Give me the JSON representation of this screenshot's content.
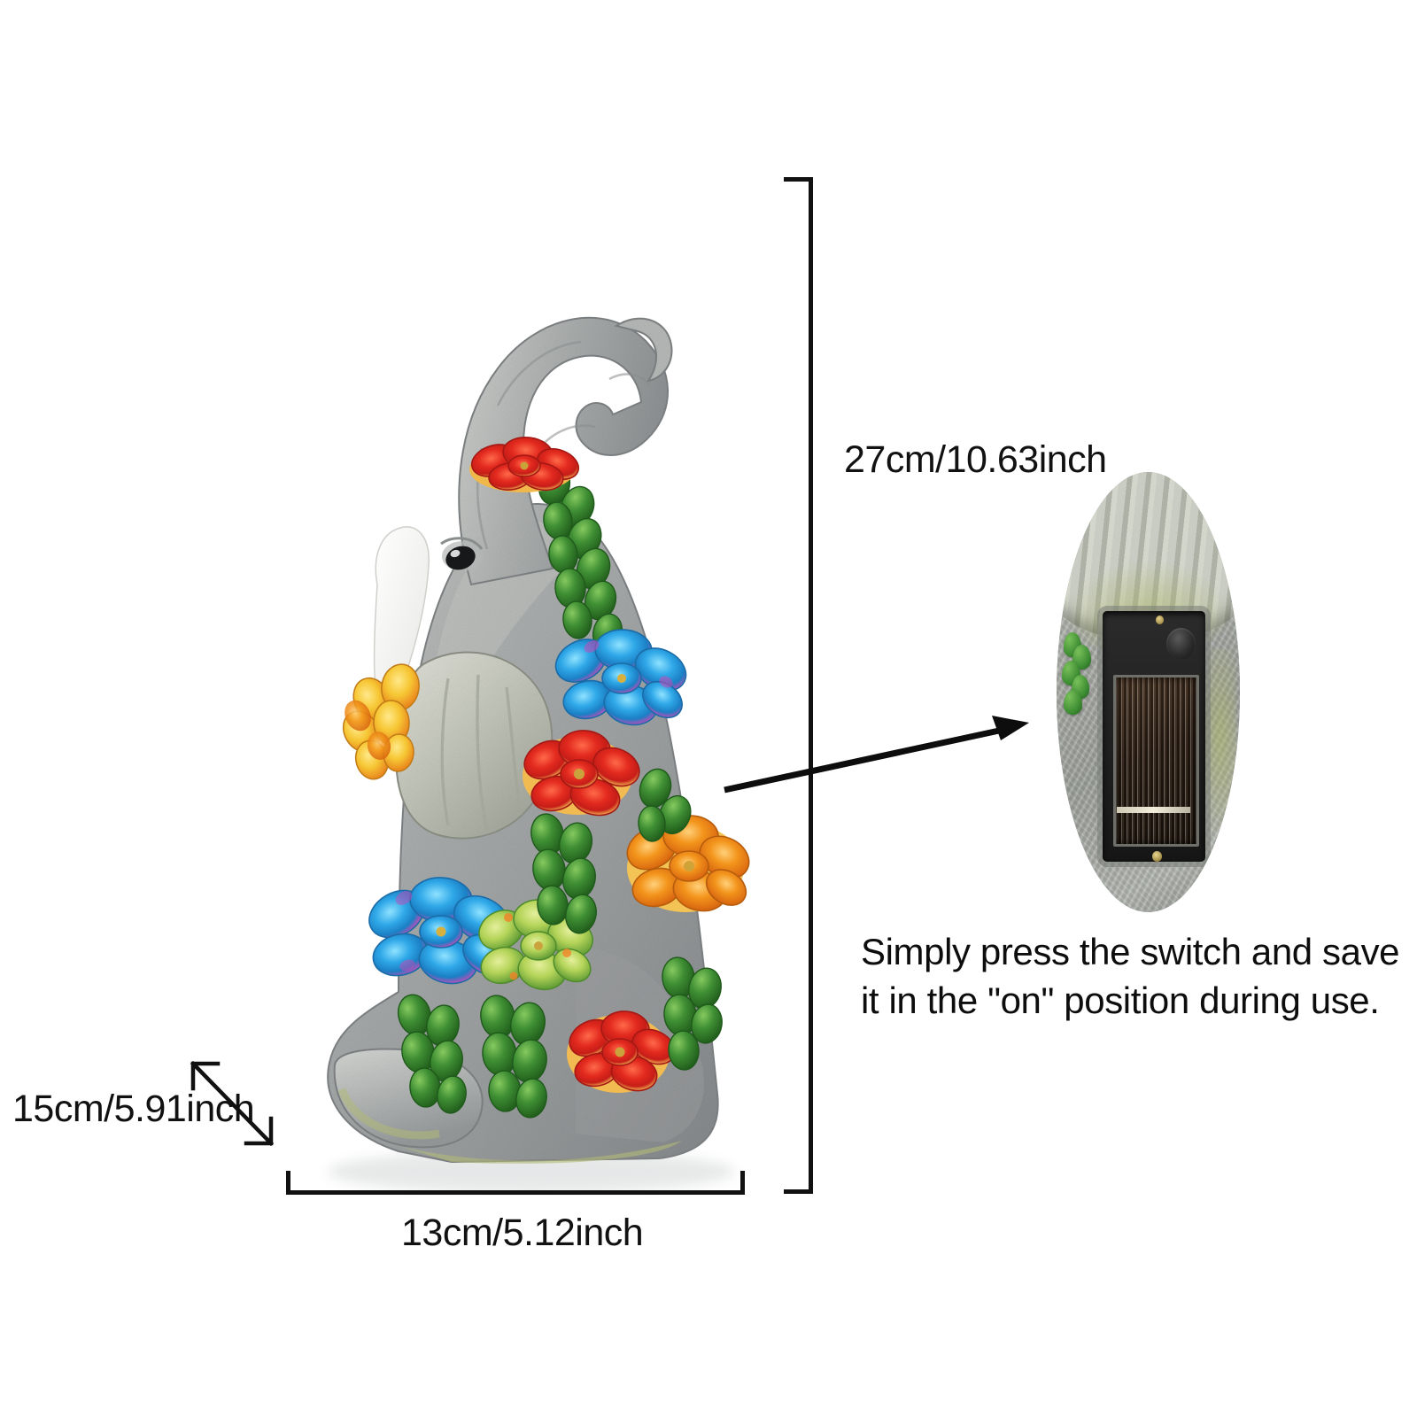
{
  "product": {
    "name": "solar-garden-elephant-statue",
    "description": "Grey resin elephant figurine with raised trunk, white tusk and multicolored succulent flowers",
    "body_color": "#a8abab",
    "tusk_color": "#f4f4f2",
    "flower_colors": {
      "red": "#e03127",
      "blue": "#2fa8e8",
      "orange": "#f08a1b",
      "yellow": "#f3c12a",
      "green": "#3f8f34",
      "magenta": "#d14ab4"
    }
  },
  "dimensions": {
    "height_label": "27cm/10.63inch",
    "width_label": "13cm/5.12inch",
    "depth_label": "15cm/5.91inch"
  },
  "inset": {
    "name": "solar-panel-closeup",
    "caption_line_1": "Simply press the switch and save",
    "caption_line_2": "it in the \"on\" position during use.",
    "caption_full": "Simply press the switch and save it in the \"on\" position during use.",
    "parts": {
      "switch": "round push button",
      "panel": "photovoltaic solar cell",
      "screws": "brass screws"
    }
  },
  "background_color": "#ffffff",
  "line_color": "#111111"
}
